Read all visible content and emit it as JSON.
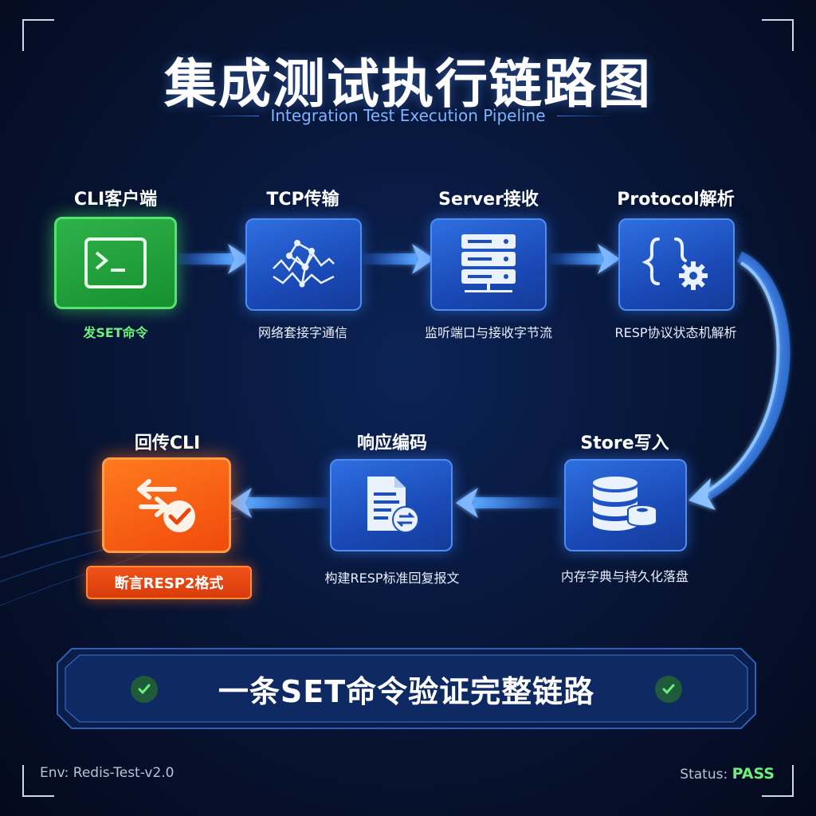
{
  "title": "集成测试执行链路图",
  "subtitle": "Integration Test Execution Pipeline",
  "stages": [
    {
      "label": "CLI客户端",
      "desc": "发SET命令",
      "icon": "terminal-icon"
    },
    {
      "label": "TCP传输",
      "desc": "网络套接字通信",
      "icon": "network-icon"
    },
    {
      "label": "Server接收",
      "desc": "监听端口与接收字节流",
      "icon": "server-icon"
    },
    {
      "label": "Protocol解析",
      "desc": "RESP协议状态机解析",
      "icon": "braces-gear-icon"
    },
    {
      "label": "Store写入",
      "desc": "内存字典与持久化落盘",
      "icon": "database-icon"
    },
    {
      "label": "响应编码",
      "desc": "构建RESP标准回复报文",
      "icon": "document-exchange-icon"
    },
    {
      "label": "回传CLI",
      "desc": "断言RESP2格式",
      "icon": "return-check-icon"
    }
  ],
  "banner": "一条SET命令验证完整链路",
  "footer": {
    "env_label": "Env:",
    "env_value": "Redis-Test-v2.0",
    "status_label": "Status:",
    "status_value": "PASS"
  },
  "colors": {
    "accent_blue": "#2f6fe0",
    "success_green": "#2fb24a",
    "alert_orange": "#f04a0c",
    "pass_text": "#6cf07c"
  }
}
